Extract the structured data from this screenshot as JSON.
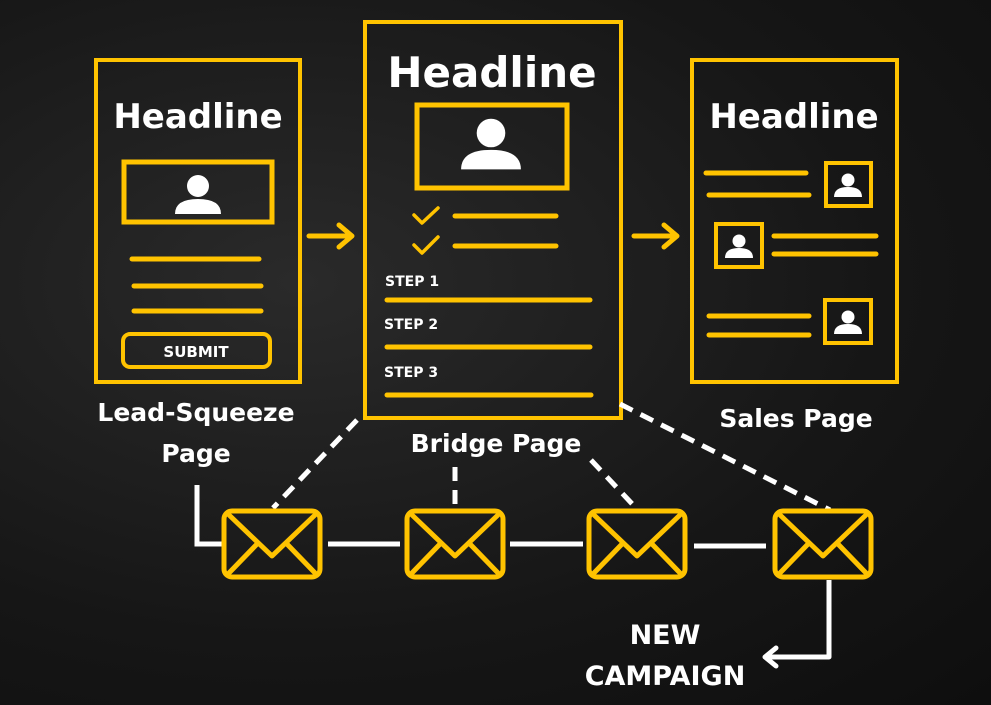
{
  "colors": {
    "accent": "#FFC300",
    "text": "#FFFFFF",
    "background": "#161616",
    "connector": "#FFFFFF"
  },
  "lead_squeeze_page": {
    "headline": "Headline",
    "icon": "user-icon",
    "button_label": "SUBMIT",
    "caption_line1": "Lead-Squeeze",
    "caption_line2": "Page"
  },
  "bridge_page": {
    "headline": "Headline",
    "icon": "user-icon",
    "checklist_icon": "checkmark-icon",
    "steps": [
      "STEP 1",
      "STEP 2",
      "STEP 3"
    ],
    "caption": "Bridge Page"
  },
  "sales_page": {
    "headline": "Headline",
    "icon": "user-icon",
    "caption": "Sales Page"
  },
  "flow_arrows": [
    "arrow-right-icon",
    "arrow-right-icon"
  ],
  "email_sequence": {
    "icon": "envelope-icon",
    "count": 4
  },
  "cta": {
    "line1": "NEW",
    "line2": "CAMPAIGN",
    "icon": "arrow-left-icon"
  }
}
